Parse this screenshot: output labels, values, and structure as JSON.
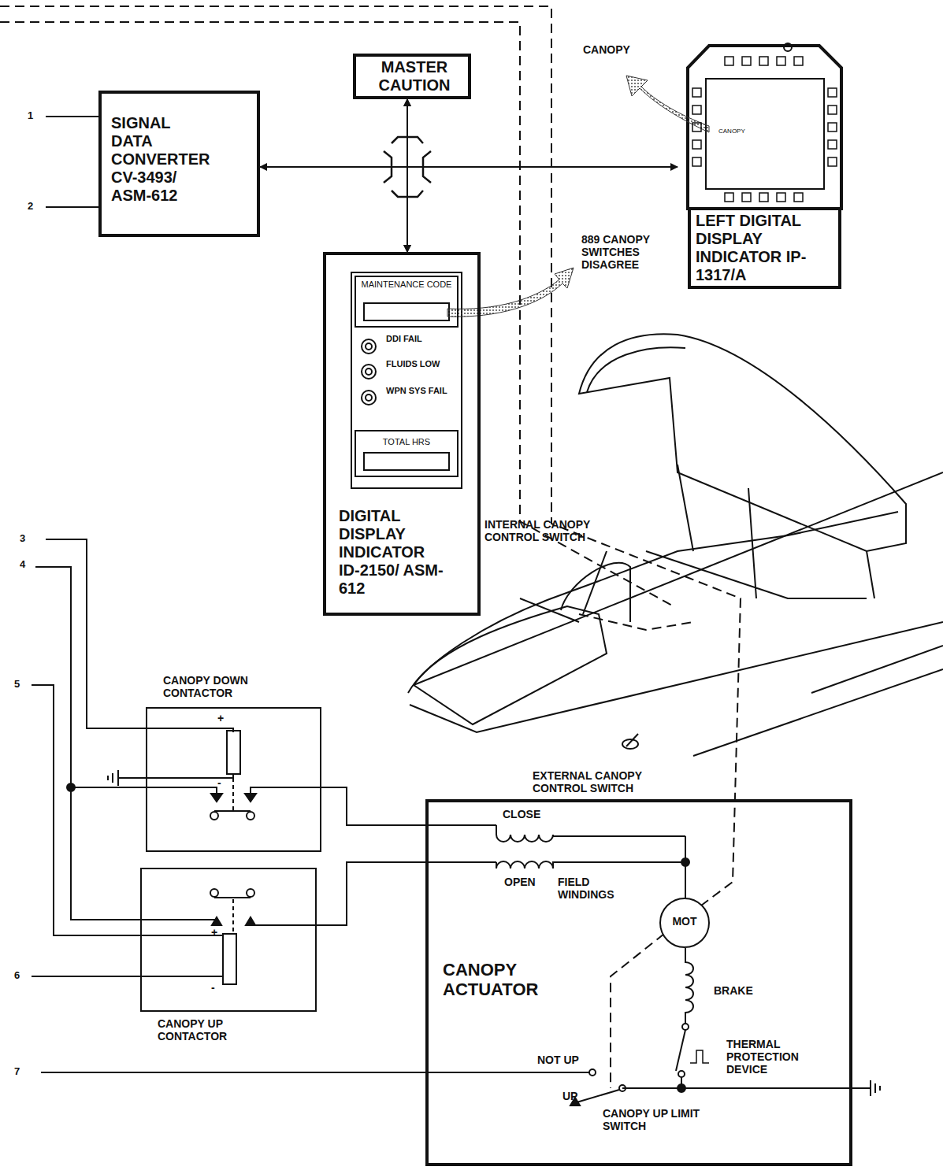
{
  "diagram": {
    "nodes": [
      {
        "text": [
          "SIGNAL DATA CONVERTER CV-3493/ ASM-612"
        ]
      },
      {
        "text": [
          "MASTER CAUTION"
        ]
      },
      {
        "text": [
          "LEFT DIGITAL DISPLAY INDICATOR IP-1317/A"
        ]
      },
      {
        "text": [
          "DDI FAIL",
          "FLUIDS LOW",
          "WPN SYS FAIL",
          "DIGITAL DISPLAY INDICATOR ID-2150/ ASM-612"
        ]
      },
      {
        "text": [
          "MAINTENANCE CODE"
        ],
        "in": 3
      },
      {
        "text": [
          "TOTAL HRS"
        ],
        "in": 3
      },
      {
        "text": [
          "CANOPY DOWN CONTACTOR"
        ]
      },
      {
        "text": [
          "CANOPY UP CONTACTOR"
        ]
      },
      {
        "text": [
          "CANOPY ACTUATOR"
        ]
      },
      {
        "text": [
          "MOT"
        ],
        "in": 8
      }
    ],
    "edges": [
      {
        "from": 0,
        "to": 2,
        "arrow": "both"
      },
      {
        "from": 0,
        "to": 1,
        "arrow": "to"
      },
      {
        "from": 0,
        "to": 3,
        "arrow": "to"
      },
      {
        "from": 2,
        "to": 1,
        "arrow": "to"
      },
      {
        "from": 2,
        "to": 3,
        "arrow": "to"
      }
    ],
    "labels": [
      "1",
      "2",
      "3",
      "4",
      "5",
      "6",
      "7",
      "CANOPY",
      "CANOPY",
      "889 CANOPY SWITCHES DISAGREE",
      "INTERNAL CANOPY CONTROL SWITCH",
      "EXTERNAL CANOPY CONTROL SWITCH",
      "CLOSE",
      "OPEN",
      "FIELD WINDINGS",
      "BRAKE",
      "THERMAL PROTECTION DEVICE",
      "NOT UP",
      "UP",
      "CANOPY UP LIMIT SWITCH",
      "+",
      "-",
      "+",
      "-"
    ]
  }
}
